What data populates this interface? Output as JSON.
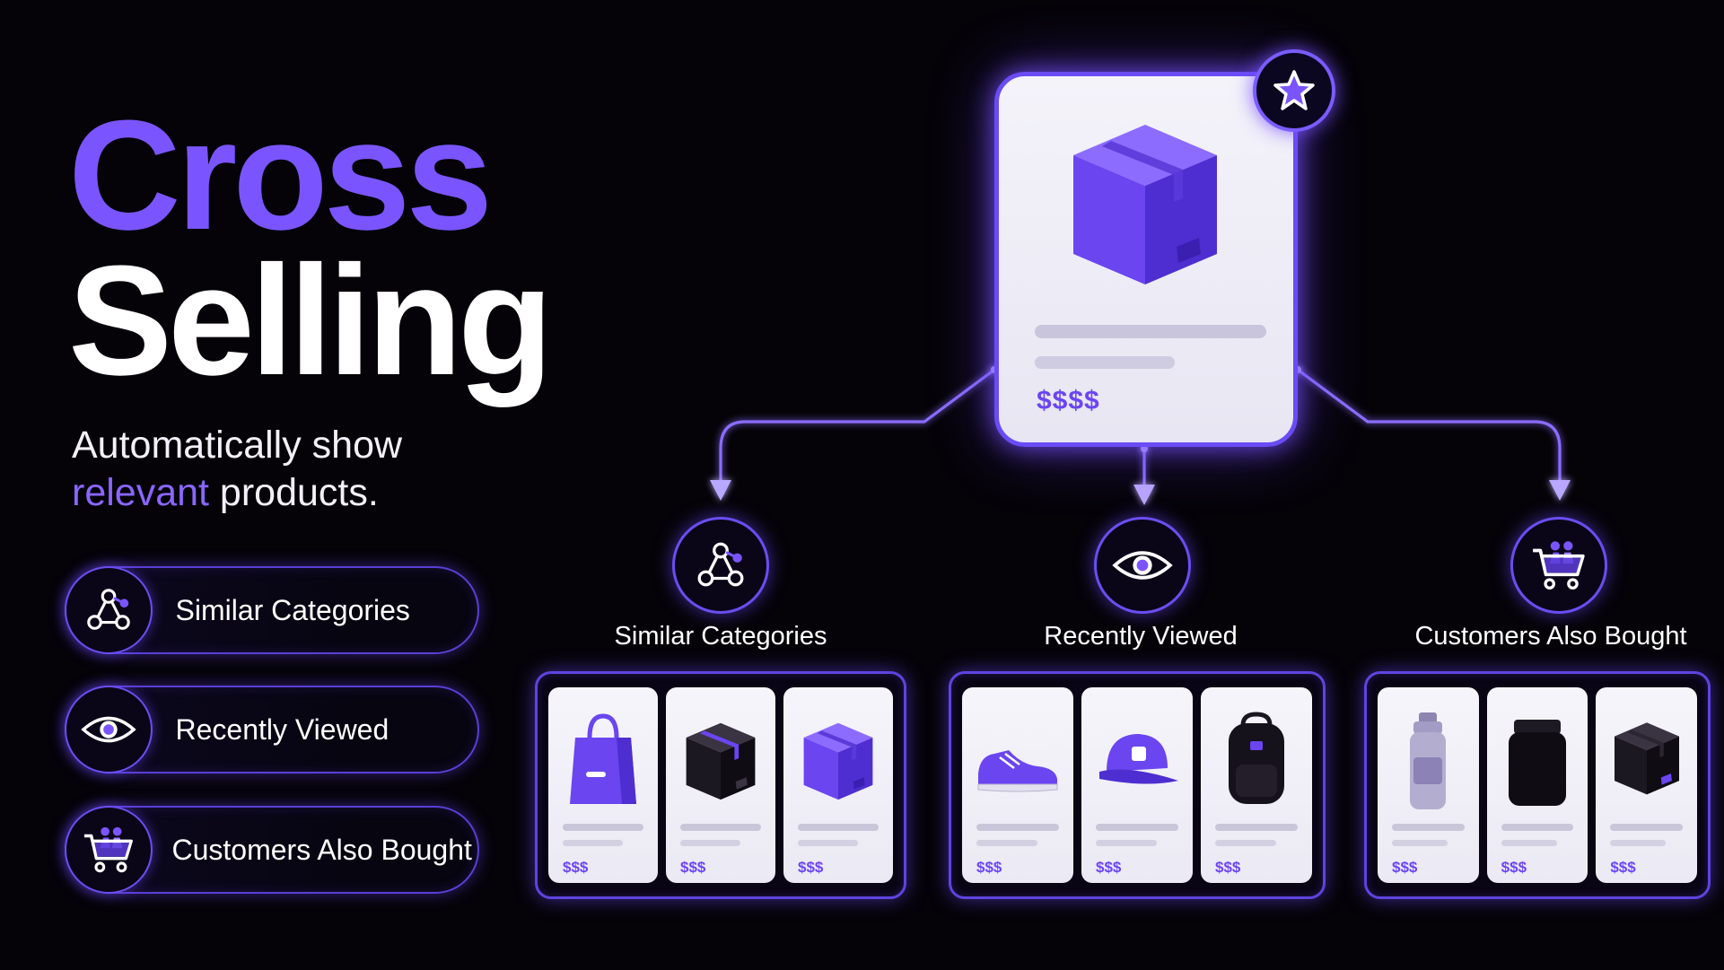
{
  "headline": {
    "line1": "Cross",
    "line2": "Selling",
    "subtitle_start": "Automatically show",
    "subtitle_accent": "relevant",
    "subtitle_end": " products."
  },
  "features": [
    {
      "label": "Similar Categories",
      "icon": "network-nodes-icon"
    },
    {
      "label": "Recently Viewed",
      "icon": "eye-icon"
    },
    {
      "label": "Customers Also Bought",
      "icon": "shopping-cart-icon"
    }
  ],
  "main_product": {
    "price": "$$$$",
    "badge_icon": "star-icon",
    "image": "product-box"
  },
  "branches": [
    {
      "label": "Similar Categories",
      "icon": "network-nodes-icon",
      "products": [
        {
          "image": "shopping-bag",
          "price": "$$$"
        },
        {
          "image": "dark-box",
          "price": "$$$"
        },
        {
          "image": "purple-box",
          "price": "$$$"
        }
      ]
    },
    {
      "label": "Recently Viewed",
      "icon": "eye-icon",
      "products": [
        {
          "image": "sneaker",
          "price": "$$$"
        },
        {
          "image": "cap",
          "price": "$$$"
        },
        {
          "image": "backpack",
          "price": "$$$"
        }
      ]
    },
    {
      "label": "Customers Also Bought",
      "icon": "shopping-cart-icon",
      "products": [
        {
          "image": "water-bottle",
          "price": "$$$"
        },
        {
          "image": "jar",
          "price": "$$$"
        },
        {
          "image": "dark-box",
          "price": "$$$"
        }
      ]
    }
  ],
  "colors": {
    "accent": "#7a55ff",
    "background": "#050308",
    "text": "#ffffff"
  }
}
